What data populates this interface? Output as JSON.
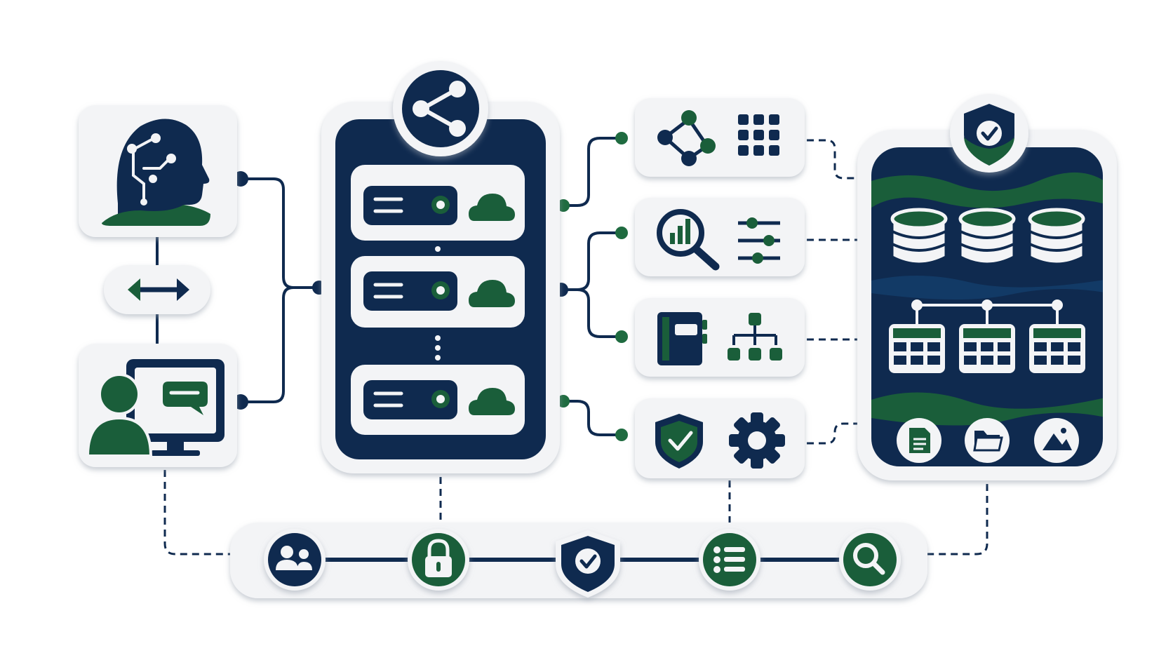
{
  "colors": {
    "navy": "#0f2a4f",
    "green": "#1a5e3a",
    "card": "#f3f4f6",
    "card_shadow": "#c9ced6",
    "connector_navy": "#0f2a4f",
    "connector_green": "#1f6b40",
    "background": "#ffffff"
  },
  "nodes": {
    "left": [
      {
        "id": "ai-user",
        "icons": [
          "ai-head-circuit-icon"
        ]
      },
      {
        "id": "exchange",
        "icons": [
          "bidirectional-arrow-icon"
        ]
      },
      {
        "id": "human-user",
        "icons": [
          "person-icon",
          "monitor-chat-icon"
        ]
      }
    ],
    "center": {
      "id": "server-stack",
      "badge_icon": "share-network-icon",
      "servers": [
        {
          "icons": [
            "server-rack-icon",
            "cloud-icon"
          ]
        },
        {
          "icons": [
            "server-rack-icon",
            "cloud-icon"
          ]
        },
        {
          "icons": [
            "server-rack-icon",
            "cloud-icon"
          ]
        }
      ]
    },
    "services": [
      {
        "id": "integration",
        "icons": [
          "node-graph-icon",
          "app-grid-icon"
        ]
      },
      {
        "id": "analytics",
        "icons": [
          "chart-magnifier-icon",
          "sliders-icon"
        ]
      },
      {
        "id": "knowledge",
        "icons": [
          "notebook-icon",
          "hierarchy-icon"
        ]
      },
      {
        "id": "governance",
        "icons": [
          "shield-check-icon",
          "gear-icon"
        ]
      }
    ],
    "data_store": {
      "id": "secure-data-store",
      "badge_icon": "shield-check-icon",
      "databases": [
        "database-icon",
        "database-icon",
        "database-icon"
      ],
      "tables": [
        "table-icon",
        "table-icon",
        "table-icon"
      ],
      "files": [
        "document-icon",
        "folder-icon",
        "image-icon"
      ]
    },
    "bottom_bar": {
      "icons": [
        "users-icon",
        "lock-icon",
        "shield-check-icon",
        "list-icon",
        "search-icon"
      ]
    }
  }
}
